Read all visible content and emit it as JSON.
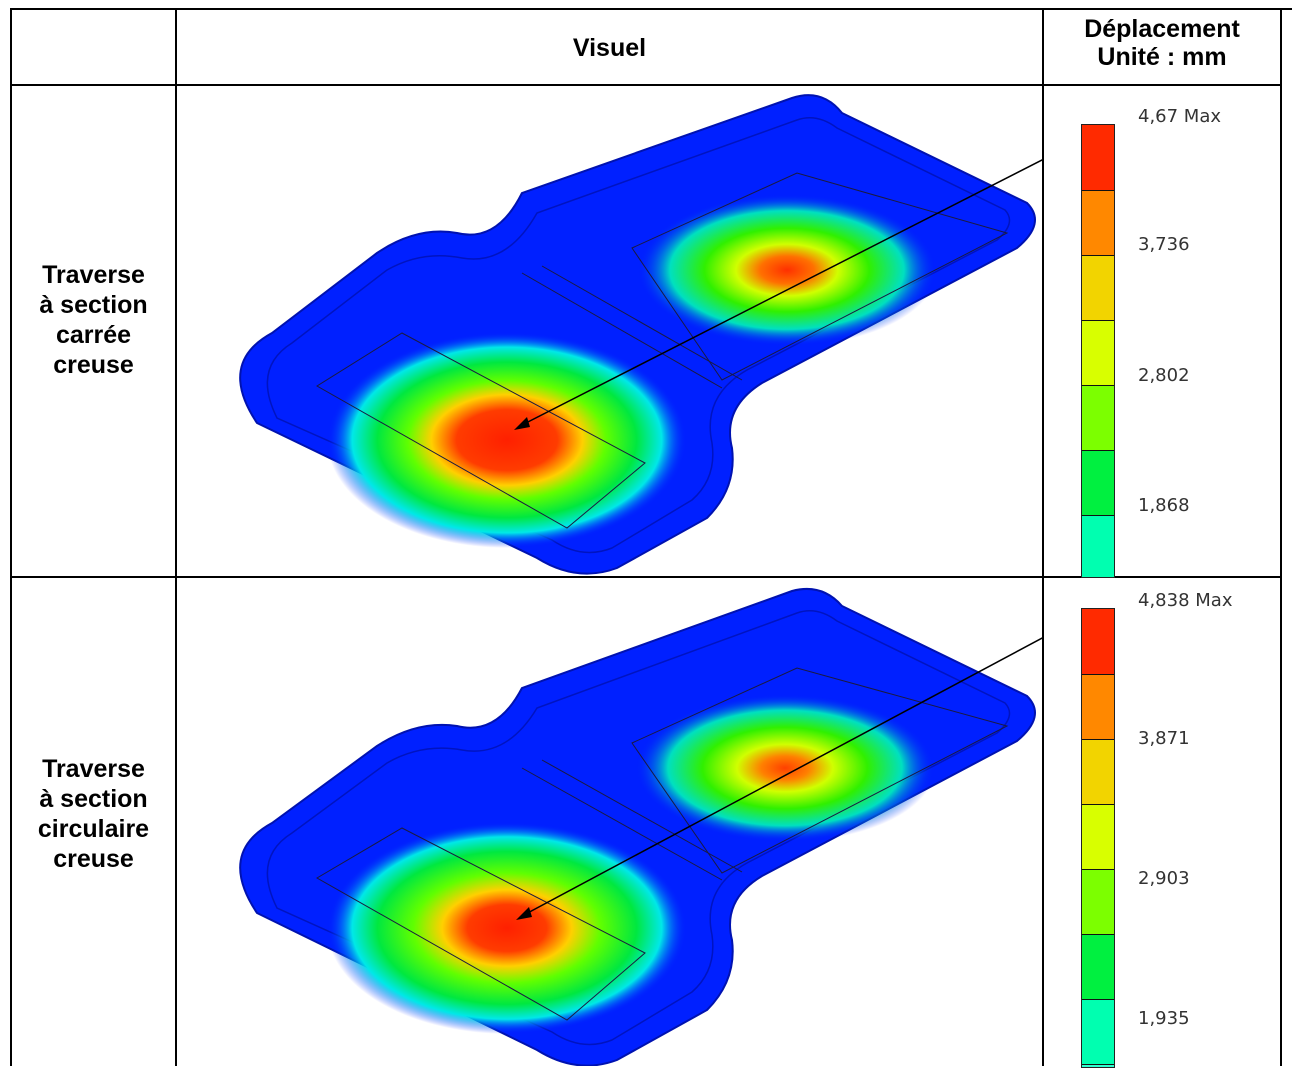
{
  "header": {
    "visual_label": "Visuel",
    "legend_label_line1": "Déplacement",
    "legend_label_line2": "Unité : mm"
  },
  "rows": [
    {
      "label_lines": [
        "Traverse",
        "à section",
        "carrée",
        "creuse"
      ],
      "legend": {
        "max_label": "4,67 Max",
        "ticks": [
          "3,736",
          "2,802",
          "1,868"
        ],
        "colors": [
          "#ff2a00",
          "#ff8800",
          "#f2d400",
          "#d8ff00",
          "#7cff00",
          "#00f040",
          "#00ffb0",
          "#30ffd0"
        ]
      }
    },
    {
      "label_lines": [
        "Traverse",
        "à section",
        "circulaire",
        "creuse"
      ],
      "legend": {
        "max_label": "4,838 Max",
        "ticks": [
          "3,871",
          "2,903",
          "1,935"
        ],
        "colors": [
          "#ff2a00",
          "#ff8800",
          "#f2d400",
          "#d8ff00",
          "#7cff00",
          "#00f040",
          "#00ffb0",
          "#30ffd0"
        ]
      }
    }
  ]
}
